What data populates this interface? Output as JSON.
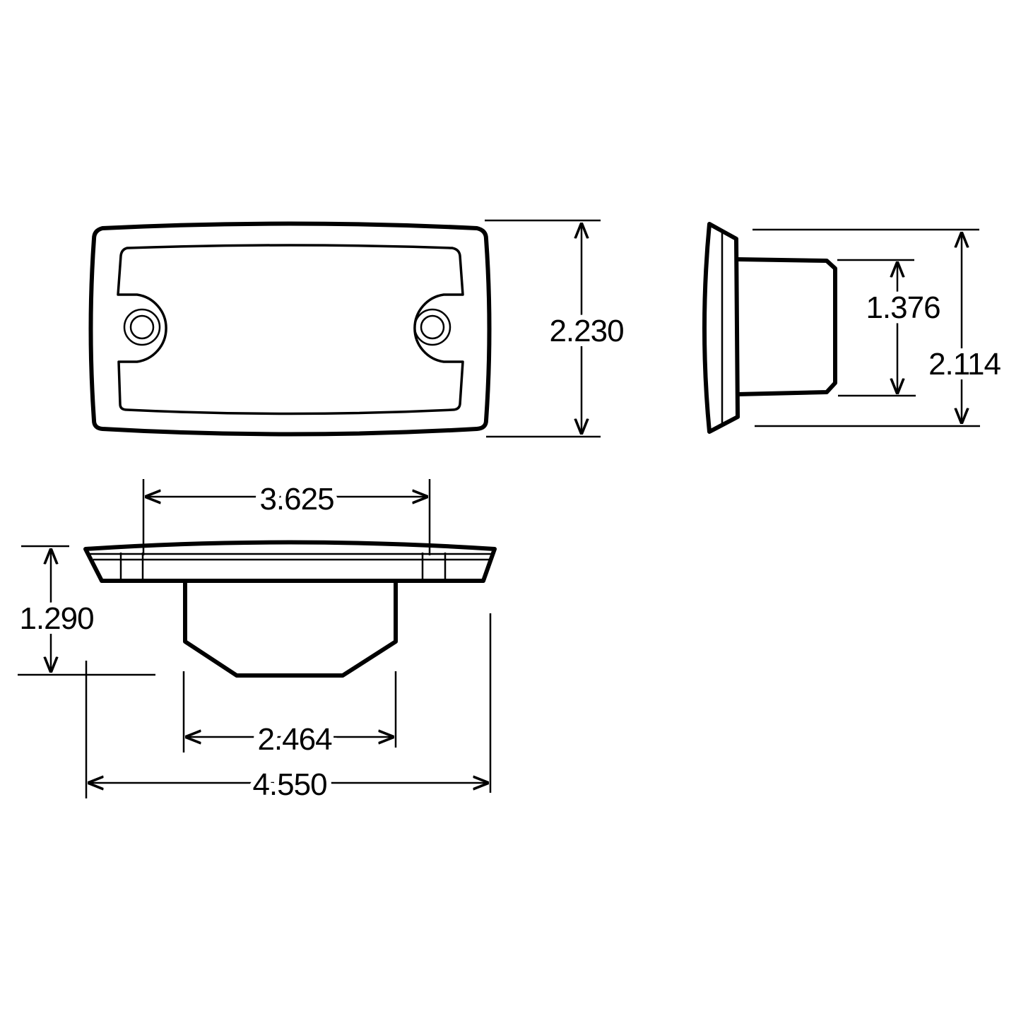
{
  "colors": {
    "line": "#000000",
    "background": "#ffffff"
  },
  "dimensions": {
    "front_height": "2.230",
    "side_overall_height": "2.114",
    "side_body_height": "1.376",
    "hole_spacing": "3.625",
    "overall_depth": "1.290",
    "body_width": "2.464",
    "overall_width": "4.550"
  }
}
